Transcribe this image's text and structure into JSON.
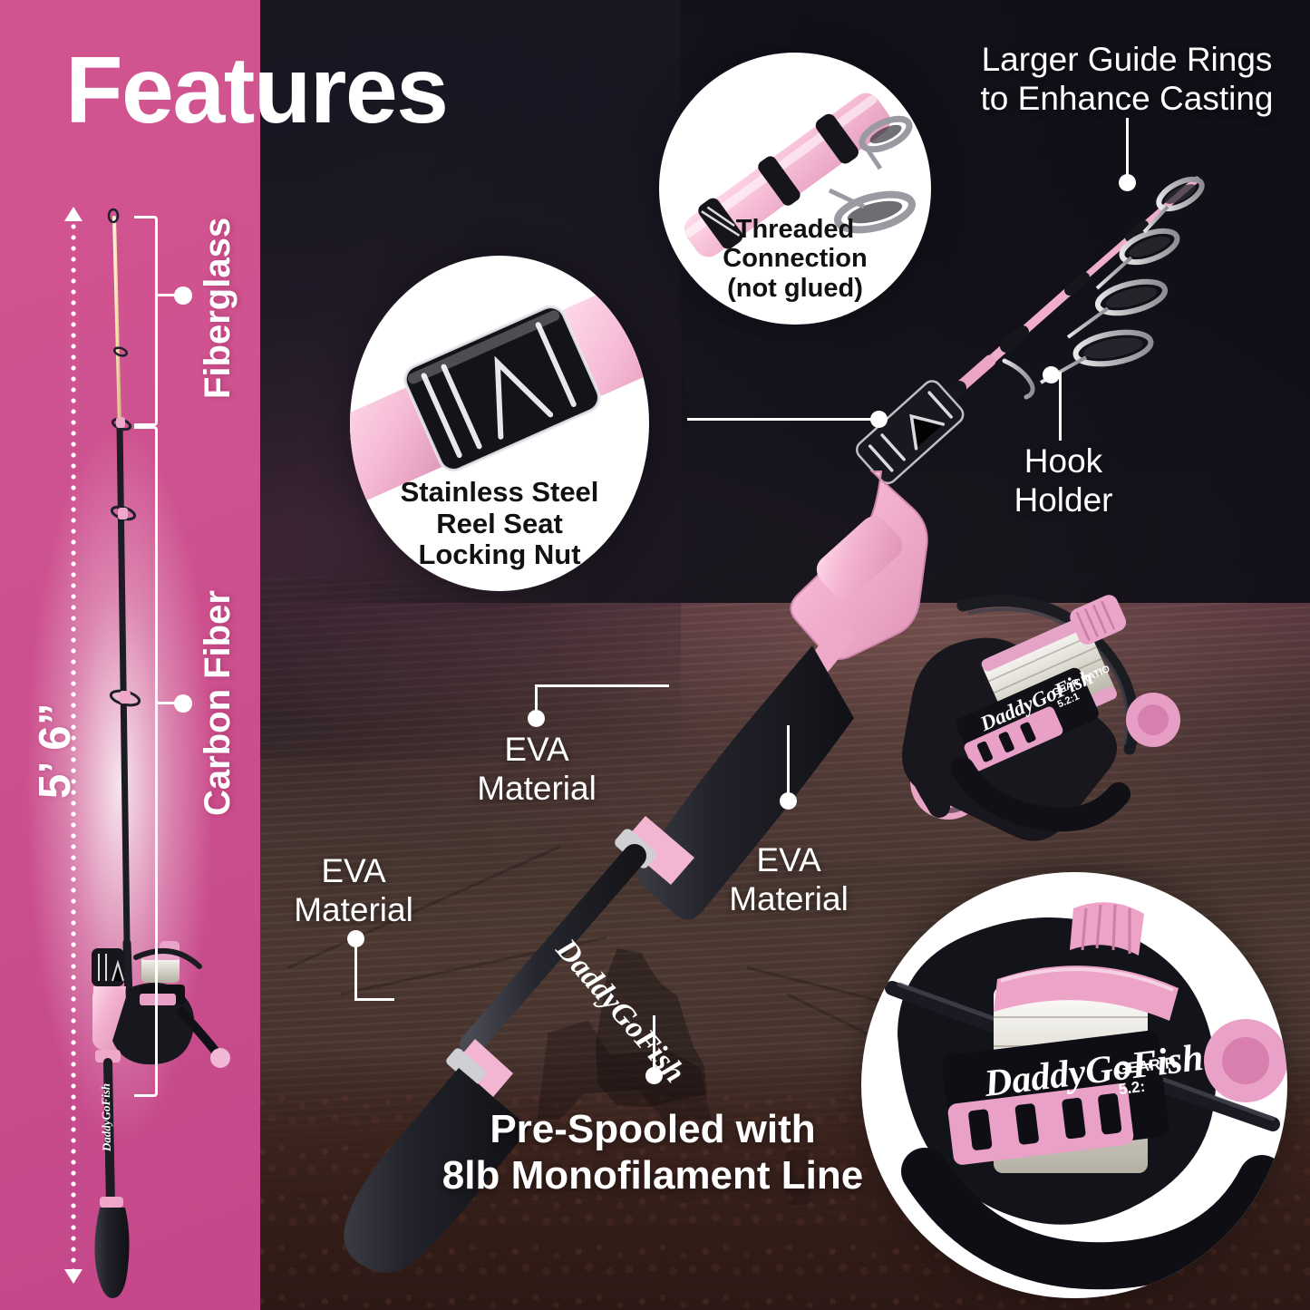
{
  "title": "Features",
  "colors": {
    "pink_panel": "#D1538F",
    "dark_bg": "#1E1E2A",
    "sunset_bg": "#4F2E3C",
    "callout_bg": "#FFFFFF",
    "callout_text": "#111111",
    "label_text": "#FFFFFF"
  },
  "left_panel": {
    "measurement": "5’ 6”",
    "material_upper": "Fiberglass",
    "material_lower": "Carbon Fiber",
    "brand_on_blank": "DaddyGoFish"
  },
  "callouts": [
    {
      "id": "threaded",
      "line1": "Threaded",
      "line2": "Connection",
      "line3": "(not glued)",
      "style": "circle-photo-bold-black"
    },
    {
      "id": "reel-seat",
      "line1": "Stainless Steel",
      "line2": "Reel Seat",
      "line3": "Locking Nut",
      "style": "circle-photo-bold-black"
    },
    {
      "id": "spool",
      "line1": "",
      "line2": "",
      "line3": "",
      "style": "circle-photo-no-caption"
    }
  ],
  "labels": {
    "guide_rings_line1": "Larger Guide Rings",
    "guide_rings_line2": "to Enhance Casting",
    "hook_holder_line1": "Hook",
    "hook_holder_line2": "Holder",
    "eva_top_line1": "EVA",
    "eva_top_line2": "Material",
    "eva_left_line1": "EVA",
    "eva_left_line2": "Material",
    "eva_right_line1": "EVA",
    "eva_right_line2": "Material",
    "prespooled_line1": "Pre-Spooled with",
    "prespooled_line2": "8lb Monofilament Line"
  },
  "reel_markings": {
    "brand": "DaddyGoFish",
    "gear_label": "GEAR RATIO",
    "gear_ratio": "5.2:1"
  }
}
